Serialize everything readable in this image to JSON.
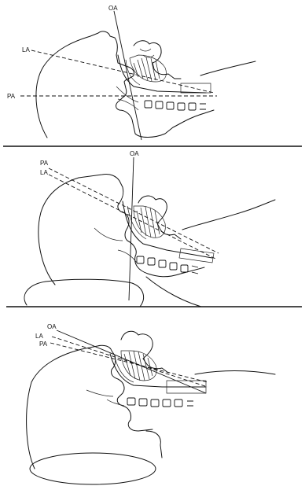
{
  "panels": [
    {
      "id": "top",
      "labels": {
        "oa": "OA",
        "la": "LA",
        "pa": "PA"
      }
    },
    {
      "id": "middle",
      "labels": {
        "oa": "OA",
        "la": "LA",
        "pa": "PA"
      }
    },
    {
      "id": "bottom",
      "labels": {
        "oa": "OA",
        "la": "LA",
        "pa": "PA"
      }
    }
  ]
}
